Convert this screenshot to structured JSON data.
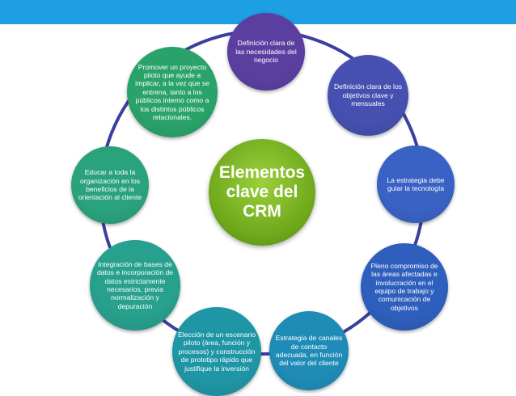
{
  "center_label": "Elementos clave del CRM",
  "nodes": [
    {
      "label": "Definición clara de las necesidades del negocio",
      "color": "#5b3fa0"
    },
    {
      "label": "Definición clara de los objetivos clave y mensuales",
      "color": "#4650b0"
    },
    {
      "label": "La estrategia debe guiar la tecnología",
      "color": "#3a62c4"
    },
    {
      "label": "Pleno compromiso de las áreas afectadas e involucración en el equipo de trabajo y comunicación de objetivos",
      "color": "#2e5fbd"
    },
    {
      "label": "Estrategia de canales de contacto adecuada, en función del valor del cliente",
      "color": "#1f8bb7"
    },
    {
      "label": "Elección de un escenario piloto (área, función y procesos) y construcción de prototipo rápido que justifique la inversión",
      "color": "#1f96a6"
    },
    {
      "label": "Integración de bases de datos e incorporación de datos estrictamente necesarios, previa normalización y depuración",
      "color": "#27a08d"
    },
    {
      "label": "Educar a toda la organización en los beneficios de la orientación al cliente",
      "color": "#2aa27c"
    },
    {
      "label": "Promover un proyecto piloto que ayude a implicar, a la vez que se entrena, tanto a los públicos interno como a los distintos públicos relacionales.",
      "color": "#2aa36a"
    }
  ]
}
